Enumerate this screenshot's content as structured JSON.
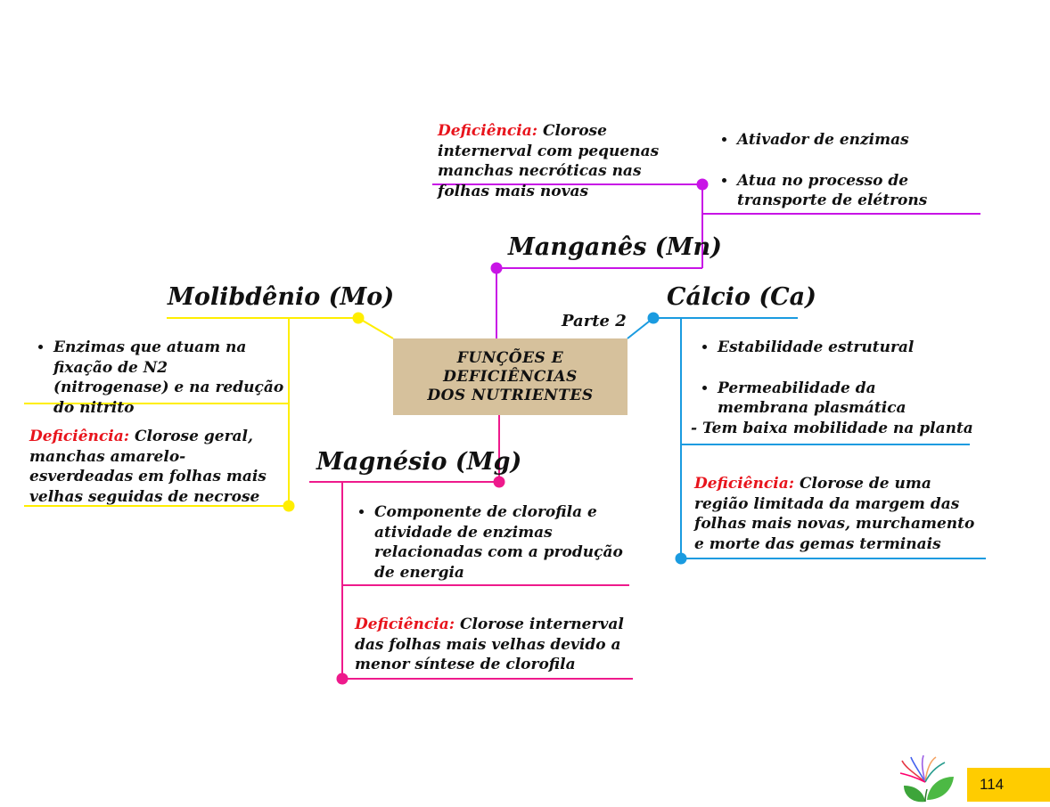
{
  "center": {
    "title": "FUNÇÕES E DEFICIÊNCIAS DOS NUTRIENTES",
    "part": "Parte 2"
  },
  "colors": {
    "manganese": "#c814e6",
    "molybdenum": "#ffee00",
    "calcium": "#1a9be0",
    "magnesium": "#ee1a8c",
    "deficiency_label": "#e8141c",
    "center_box": "#d6c19c",
    "page_box": "#ffcc00"
  },
  "manganese": {
    "title": "Manganês (Mn)",
    "functions": [
      "Ativador de enzimas",
      "Atua no processo de transporte de elétrons"
    ],
    "deficiency_label": "Deficiência:",
    "deficiency_text": "Clorose internerval com pequenas manchas necróticas nas folhas mais novas"
  },
  "molybdenum": {
    "title": "Molibdênio (Mo)",
    "functions": [
      "Enzimas que atuam na fixação de N2 (nitrogenase) e na redução do nitrito"
    ],
    "deficiency_label": "Deficiência:",
    "deficiency_text": "Clorose geral, manchas amarelo-esverdeadas em folhas mais velhas seguidas de necrose"
  },
  "calcium": {
    "title": "Cálcio (Ca)",
    "functions": [
      "Estabilidade estrutural",
      "Permeabilidade da membrana plasmática"
    ],
    "note": "- Tem baixa mobilidade na planta",
    "deficiency_label": "Deficiência:",
    "deficiency_text": "Clorose de uma região limitada da margem das folhas mais novas, murchamento e morte das gemas terminais"
  },
  "magnesium": {
    "title": "Magnésio (Mg)",
    "functions": [
      "Componente de clorofila e atividade de enzimas relacionadas com a produção de energia"
    ],
    "deficiency_label": "Deficiência:",
    "deficiency_text": "Clorose internerval das folhas mais velhas devido a menor síntese de clorofila"
  },
  "footer": {
    "page_number": "114",
    "logo_icon": "plant-leaves-icon"
  }
}
